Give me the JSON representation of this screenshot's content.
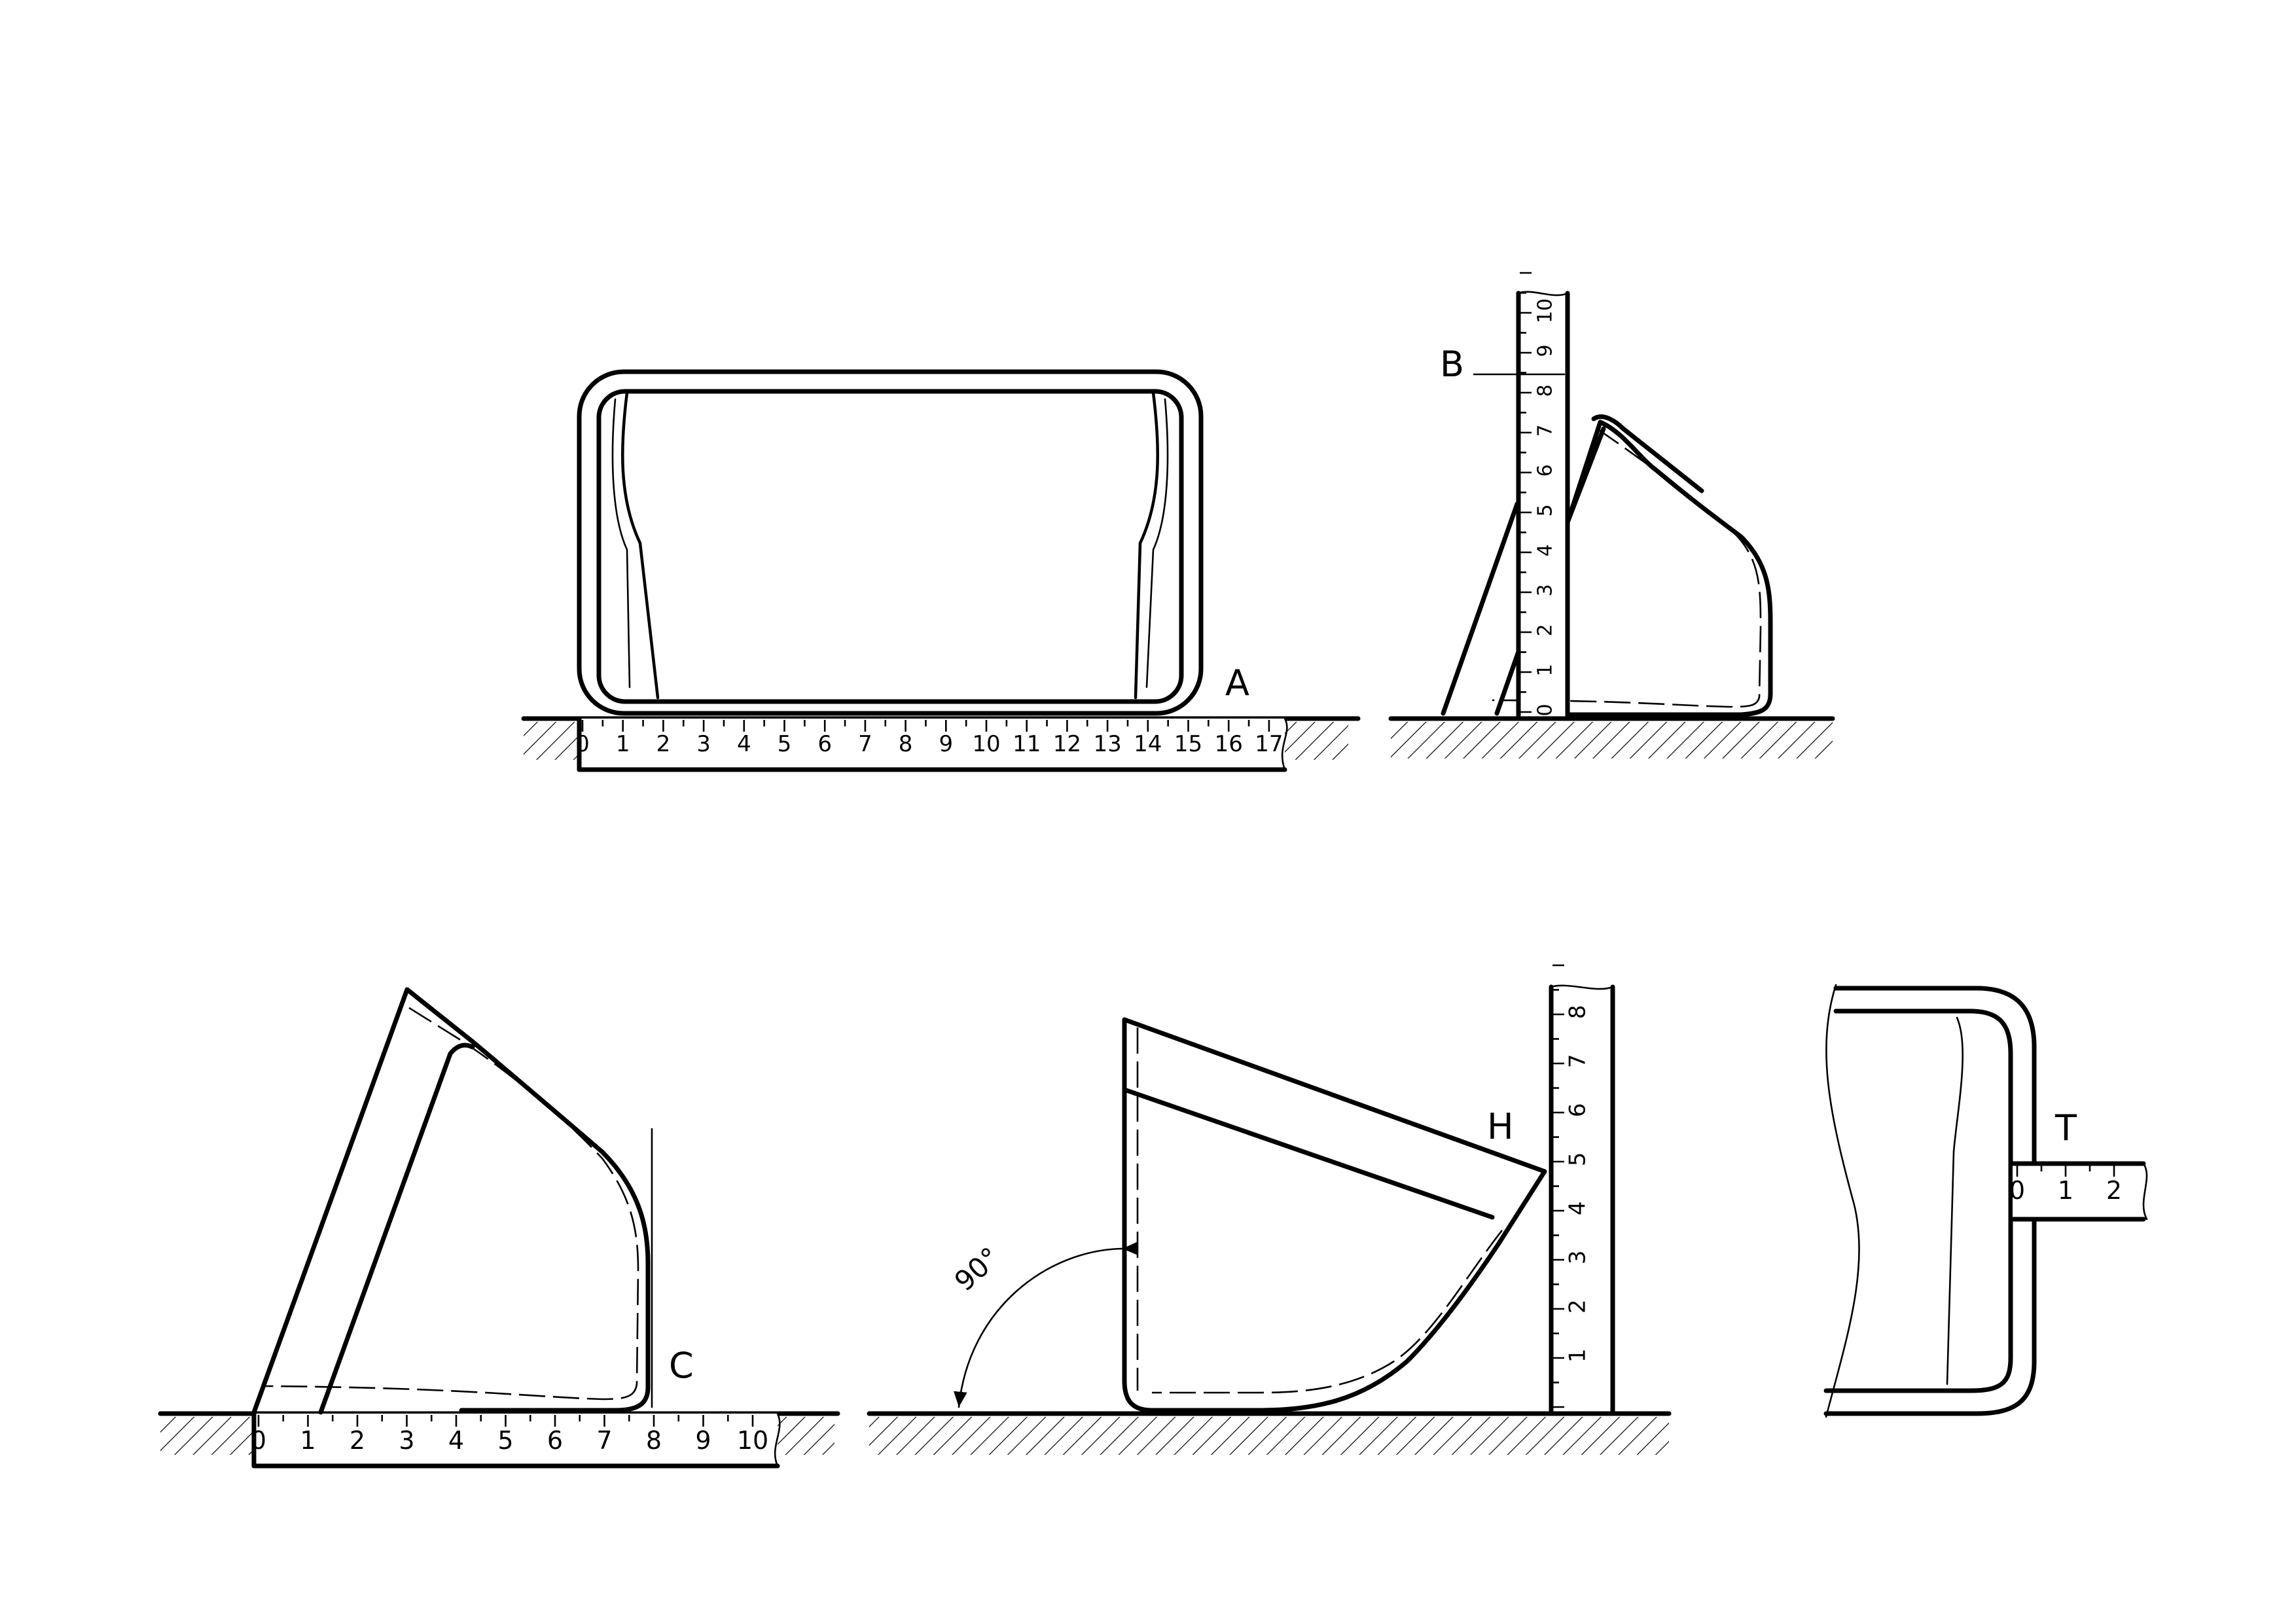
{
  "labels": {
    "point_a": "A",
    "point_b": "B",
    "point_c": "C",
    "point_h": "H",
    "point_t": "T",
    "angle": "90°"
  },
  "rulers": {
    "front_view": [
      "0",
      "1",
      "2",
      "3",
      "4",
      "5",
      "6",
      "7",
      "8",
      "9",
      "10",
      "11",
      "12",
      "13",
      "14",
      "15",
      "16",
      "17"
    ],
    "side_view_vertical": [
      "0",
      "1",
      "2",
      "3",
      "4",
      "5",
      "6",
      "7",
      "8",
      "9",
      "10"
    ],
    "tilted_view": [
      "0",
      "1",
      "2",
      "3",
      "4",
      "5",
      "6",
      "7",
      "8",
      "9",
      "10"
    ],
    "rotated_view_vertical": [
      "1",
      "2",
      "3",
      "4",
      "5",
      "6",
      "7",
      "8"
    ],
    "detail_view": [
      "0",
      "1",
      "2"
    ]
  }
}
